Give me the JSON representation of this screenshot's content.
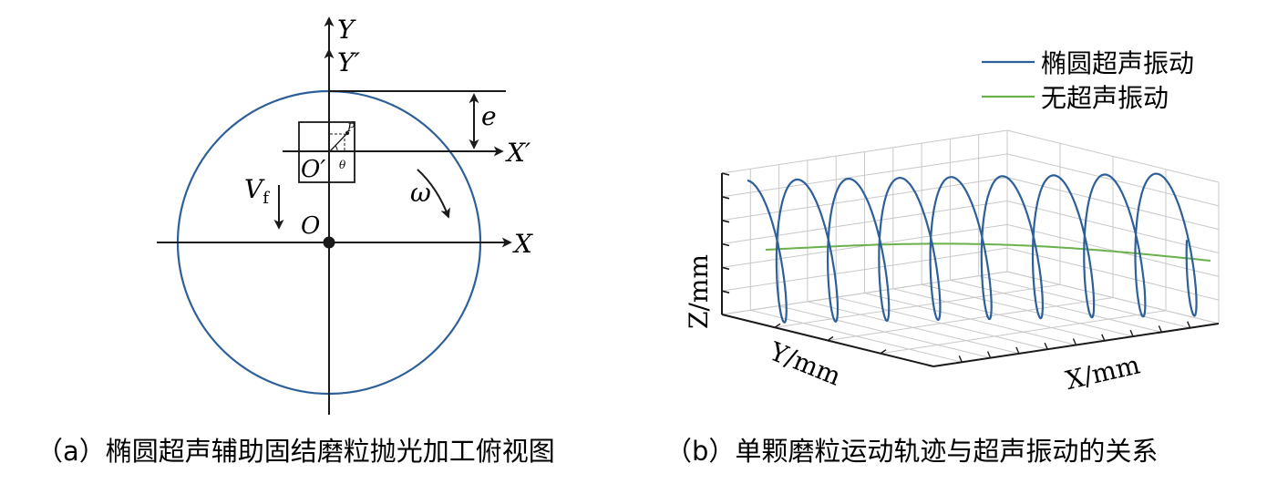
{
  "panel_a": {
    "labels": {
      "Y": "Y",
      "Y_prime": "Y′",
      "X": "X",
      "X_prime": "X′",
      "O": "O",
      "O_prime": "O′",
      "e": "e",
      "Vf_main": "V",
      "Vf_sub": "f",
      "omega": "ω",
      "P": "P",
      "theta": "θ"
    },
    "colors": {
      "circle": "#2d5f99",
      "ink": "#1a1a1a"
    },
    "caption": "（a）椭圆超声辅助固结磨粒抛光加工俯视图"
  },
  "panel_b": {
    "legend": [
      {
        "label": "椭圆超声振动",
        "color": "#2d5f99"
      },
      {
        "label": "无超声振动",
        "color": "#6ab04c"
      }
    ],
    "axes": {
      "z": "Z/mm",
      "y": "Y/mm",
      "x": "X/mm"
    },
    "helix": {
      "loops": 8.75,
      "color": "#2d5f99"
    },
    "flat_line": {
      "color": "#6ab04c"
    },
    "grid_color": "#c8c8c8",
    "caption": "（b）单颗磨粒运动轨迹与超声振动的关系"
  }
}
